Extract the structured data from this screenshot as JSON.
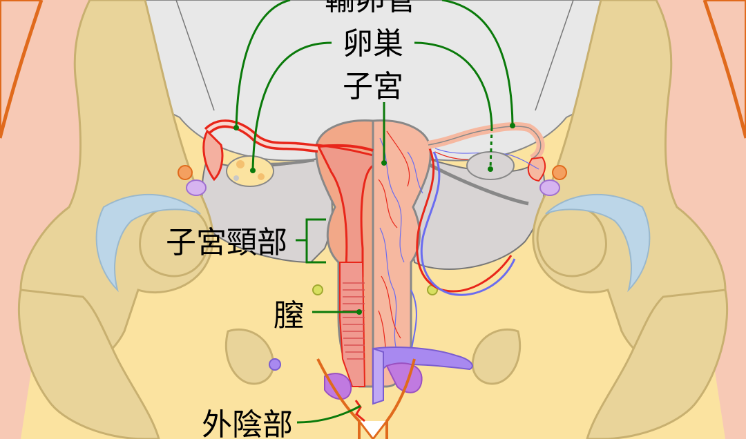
{
  "labels": {
    "fallopian_tube": "輸卵管",
    "ovary": "卵巣",
    "uterus": "子宮",
    "cervix": "子宮頸部",
    "vagina": "膣",
    "vulva": "外陰部"
  },
  "colors": {
    "skin_outer": "#f7c9b5",
    "skin_outline": "#e06a1c",
    "fat_yellow": "#fbe3a0",
    "bone": "#e9d49a",
    "bone_outline": "#c8b070",
    "cartilage_blue": "#bcd6e8",
    "pelvic_cavity": "#e6e6e6",
    "peritoneum": "#d8d4d4",
    "uterus_wall": "#f2a888",
    "uterus_inner": "#ef9a8a",
    "artery": "#e8261a",
    "vein": "#6a6cf0",
    "leader_line": "#0a7a0a",
    "bladder": "#a889f0",
    "rectum_purple": "#c07ae0"
  }
}
